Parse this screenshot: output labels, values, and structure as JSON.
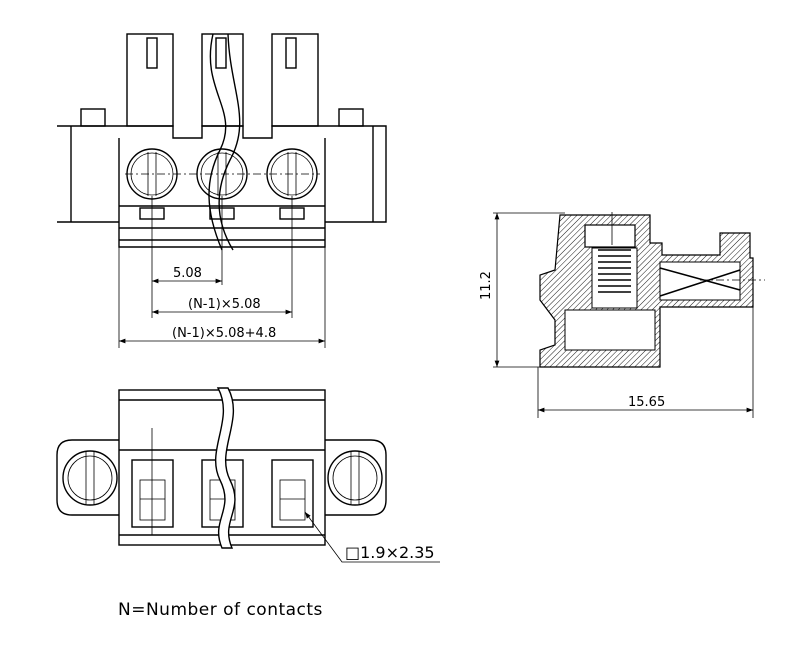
{
  "front_view": {
    "dim_pitch": "5.08",
    "dim_pitch_total": "(N-1)×5.08",
    "dim_overall": "(N-1)×5.08+4.8"
  },
  "side_view": {
    "dim_height": "11.2",
    "dim_depth": "15.65"
  },
  "bottom_view": {
    "dim_opening": "□1.9×2.35"
  },
  "footnote": "N=Number of contacts",
  "colors": {
    "line": "#000000",
    "background": "#ffffff"
  }
}
